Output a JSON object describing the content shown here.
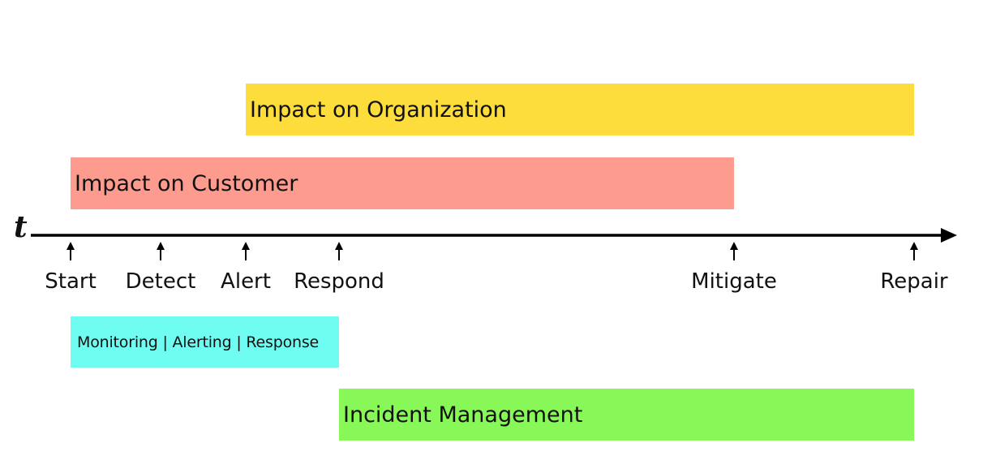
{
  "diagram": {
    "axis": {
      "label": "t"
    },
    "bars": {
      "organization": {
        "label": "Impact on Organization",
        "color": "#FDDD3B"
      },
      "customer": {
        "label": "Impact on Customer",
        "color": "#FD9B8F"
      },
      "monitoring": {
        "label": "Monitoring | Alerting | Response",
        "color": "#6EFDF0"
      },
      "incident": {
        "label": "Incident Management",
        "color": "#88F858"
      }
    },
    "events": [
      {
        "label": "Start"
      },
      {
        "label": "Detect"
      },
      {
        "label": "Alert"
      },
      {
        "label": "Respond"
      },
      {
        "label": "Mitigate"
      },
      {
        "label": "Repair"
      }
    ]
  }
}
